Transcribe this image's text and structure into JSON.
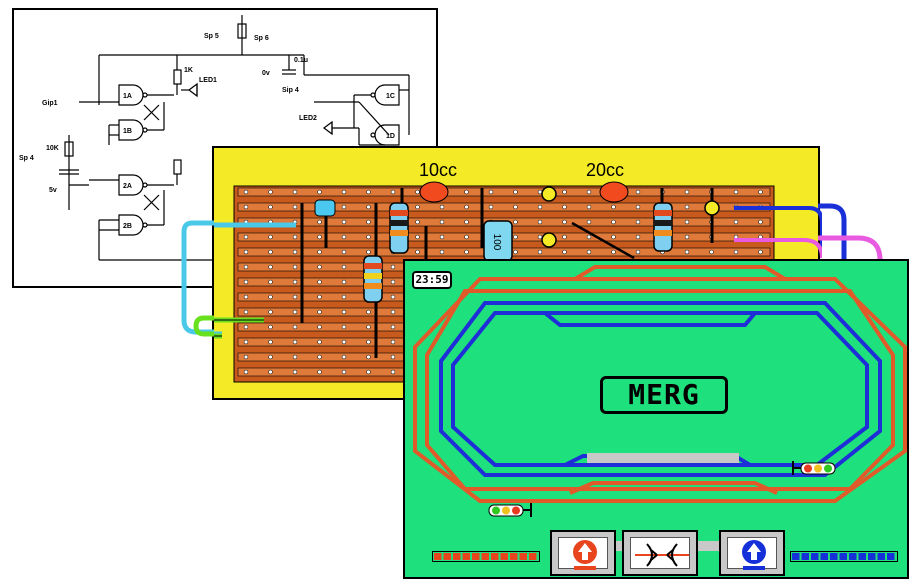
{
  "schematic": {
    "labels": [
      "Sp 5",
      "0v",
      "Gip1",
      "Sp 4",
      "Sip 4",
      "Sp 6",
      "1A",
      "1B",
      "2A",
      "2B",
      "1C",
      "1D",
      "5v",
      "LED1",
      "LED2",
      "1K",
      "10K",
      "0.1u"
    ],
    "gates": [
      "1A",
      "1B",
      "2A",
      "2B",
      "1C",
      "1D"
    ]
  },
  "stripboard": {
    "capacitor_labels": [
      "10cc",
      "20cc"
    ],
    "component_text": "100"
  },
  "layout": {
    "clock": "23:59",
    "logo": "MERG"
  },
  "colors": {
    "board": "#f4ea25",
    "copper": "#c85a1e",
    "layout_bg": "#1ee07c",
    "outer_track": "#e05a2a",
    "inner_track": "#1e2fd8",
    "red_bar": "#e8451e",
    "blue_bar": "#1530d8"
  },
  "icons": [
    "up-arrow-red-icon",
    "compress-arrows-icon",
    "up-arrow-blue-icon",
    "signal-icon"
  ]
}
